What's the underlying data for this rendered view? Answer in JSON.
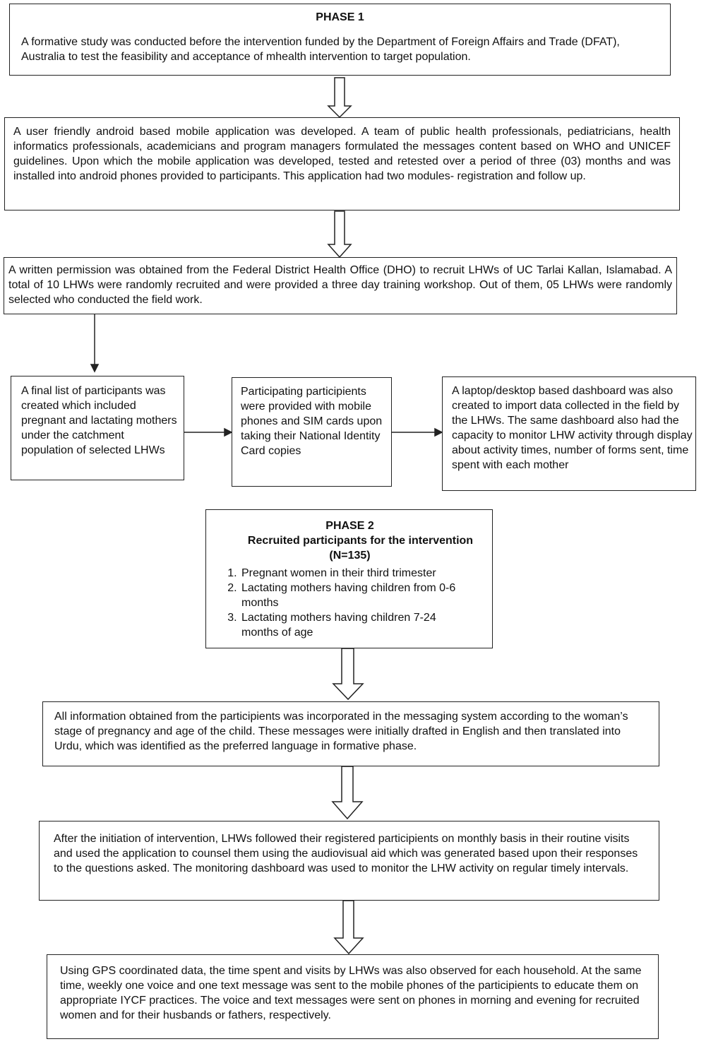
{
  "phase1": {
    "title": "PHASE 1",
    "formative": "A formative study was conducted before the intervention funded by the Department of Foreign Affairs and Trade (DFAT), Australia to test the feasibility and acceptance of mhealth intervention to target population."
  },
  "app_dev": "A user friendly android based mobile application was developed. A team of public health professionals, pediatricians, health informatics professionals, academicians and program managers formulated the messages content based on WHO and UNICEF guidelines. Upon which the mobile application was developed, tested and retested over a period of three (03) months and was installed into android phones provided to participants. This application had two modules- registration and follow up.",
  "permission": "A written permission was obtained from the Federal District Health Office (DHO) to recruit LHWs of UC Tarlai Kallan, Islamabad. A total of 10 LHWs were randomly recruited and were provided a three day training workshop. Out of them, 05 LHWs were randomly selected who conducted the field work.",
  "final_list": "A final list of participants was created which included pregnant and lactating mothers under the catchment population of selected LHWs",
  "phones": "Participating participients were provided with mobile phones and SIM cards upon taking their National Identity Card copies",
  "dashboard": "A laptop/desktop based dashboard was also created to import data collected in the field by the LHWs. The same dashboard also had the capacity to monitor LHW activity through display about activity times, number of forms sent, time spent with each mother",
  "phase2": {
    "title": "PHASE 2",
    "subtitle": "Recruited participants for the intervention",
    "n": "(N=135)",
    "items": [
      "Pregnant women in their third trimester",
      "Lactating mothers having children from 0-6 months",
      "Lactating mothers having children 7-24 months of age"
    ]
  },
  "messaging": "All information obtained from the participients was incorporated in the messaging system according to the woman’s stage of pregnancy and age of the child. These messages were initially drafted in English and then translated into Urdu, which was identified as the preferred language in formative phase.",
  "follow_up": "After the initiation of intervention, LHWs followed their registered participients on monthly basis in their routine visits and used the application to counsel them using the audiovisual aid which was generated based upon their responses to the questions asked. The monitoring dashboard was used to monitor the LHW activity on regular timely intervals.",
  "gps": "Using GPS coordinated data, the time spent and visits by LHWs was also observed for each household. At the same time, weekly one voice and one text message was sent to the mobile phones of the participients to educate them on appropriate IYCF practices. The voice and text messages were sent on phones in morning and evening for recruited women and for their husbands or fathers, respectively."
}
